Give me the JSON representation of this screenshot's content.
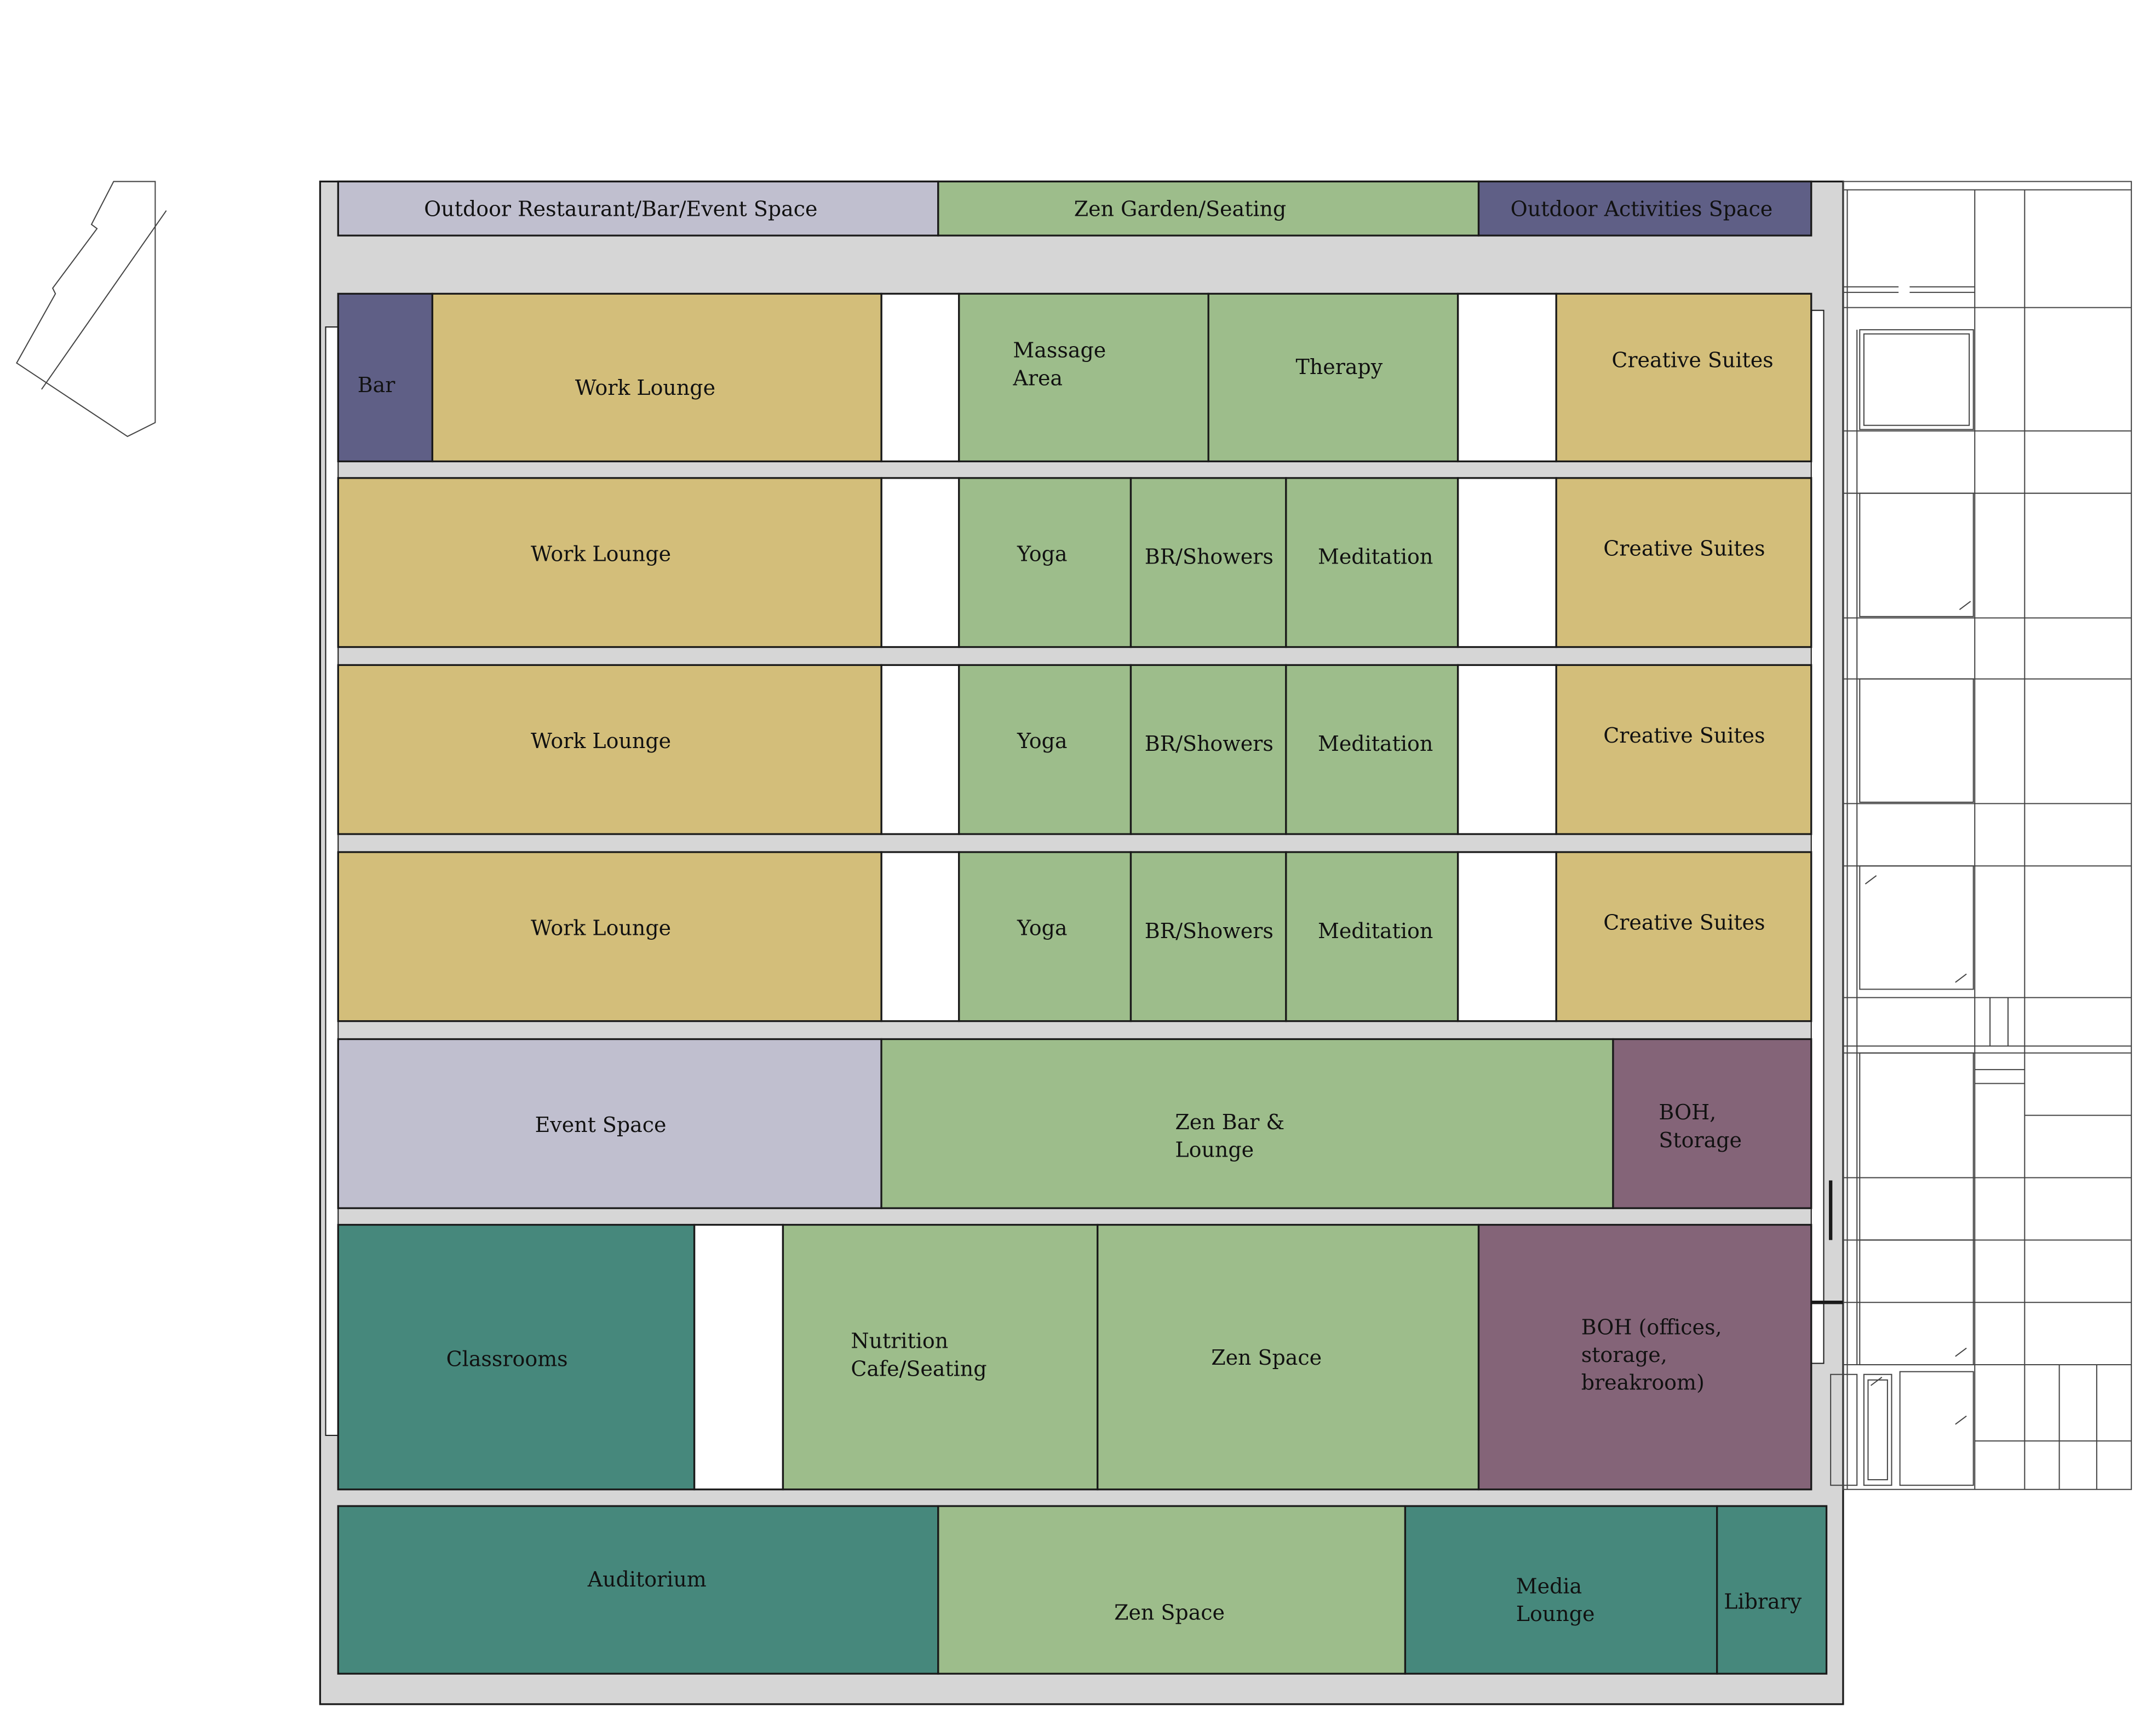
{
  "colors": {
    "wellness": "#9dbd8b",
    "work": "#d3be7a",
    "event": "#c0bfcf",
    "outdoor_activity": "#5f5f86",
    "education": "#46887c",
    "boh": "#846478",
    "slab": "#d6d6d6",
    "void": "#ffffff"
  },
  "floors": {
    "roof": [
      {
        "id": "outdoor-restaurant",
        "label": "Outdoor Restaurant/Bar/Event Space",
        "color": "event"
      },
      {
        "id": "zen-garden",
        "label": "Zen Garden/Seating",
        "color": "wellness"
      },
      {
        "id": "outdoor-activities",
        "label": "Outdoor Activities Space",
        "color": "outdoor_activity"
      }
    ],
    "level6": [
      {
        "id": "bar",
        "label": "Bar",
        "color": "outdoor_activity"
      },
      {
        "id": "work-lounge",
        "label": "Work Lounge",
        "color": "work"
      },
      {
        "id": "massage-area",
        "label": "Massage\nArea",
        "color": "wellness"
      },
      {
        "id": "therapy",
        "label": "Therapy",
        "color": "wellness"
      },
      {
        "id": "creative-suites",
        "label": "Creative Suites",
        "color": "work"
      }
    ],
    "level5": [
      {
        "id": "work-lounge",
        "label": "Work Lounge",
        "color": "work"
      },
      {
        "id": "yoga",
        "label": "Yoga",
        "color": "wellness"
      },
      {
        "id": "br-showers",
        "label": "BR/Showers",
        "color": "wellness"
      },
      {
        "id": "meditation",
        "label": "Meditation",
        "color": "wellness"
      },
      {
        "id": "creative-suites",
        "label": "Creative Suites",
        "color": "work"
      }
    ],
    "level4": [
      {
        "id": "work-lounge",
        "label": "Work Lounge",
        "color": "work"
      },
      {
        "id": "yoga",
        "label": "Yoga",
        "color": "wellness"
      },
      {
        "id": "br-showers",
        "label": "BR/Showers",
        "color": "wellness"
      },
      {
        "id": "meditation",
        "label": "Meditation",
        "color": "wellness"
      },
      {
        "id": "creative-suites",
        "label": "Creative Suites",
        "color": "work"
      }
    ],
    "level3": [
      {
        "id": "work-lounge",
        "label": "Work Lounge",
        "color": "work"
      },
      {
        "id": "yoga",
        "label": "Yoga",
        "color": "wellness"
      },
      {
        "id": "br-showers",
        "label": "BR/Showers",
        "color": "wellness"
      },
      {
        "id": "meditation",
        "label": "Meditation",
        "color": "wellness"
      },
      {
        "id": "creative-suites",
        "label": "Creative Suites",
        "color": "work"
      }
    ],
    "level2": [
      {
        "id": "event-space",
        "label": "Event Space",
        "color": "event"
      },
      {
        "id": "zen-bar-lounge",
        "label": "Zen Bar &\nLounge",
        "color": "wellness"
      },
      {
        "id": "boh-storage",
        "label": "BOH,\nStorage",
        "color": "boh"
      }
    ],
    "level1": [
      {
        "id": "classrooms",
        "label": "Classrooms",
        "color": "education"
      },
      {
        "id": "nutrition-cafe",
        "label": "Nutrition\nCafe/Seating",
        "color": "wellness"
      },
      {
        "id": "zen-space",
        "label": "Zen Space",
        "color": "wellness"
      },
      {
        "id": "boh-offices",
        "label": "BOH (offices,\nstorage,\nbreakroom)",
        "color": "boh"
      }
    ],
    "basement": [
      {
        "id": "auditorium",
        "label": "Auditorium",
        "color": "education"
      },
      {
        "id": "zen-space",
        "label": "Zen Space",
        "color": "wellness"
      },
      {
        "id": "media-lounge",
        "label": "Media\nLounge",
        "color": "education"
      },
      {
        "id": "library",
        "label": "Library",
        "color": "education"
      }
    ]
  }
}
